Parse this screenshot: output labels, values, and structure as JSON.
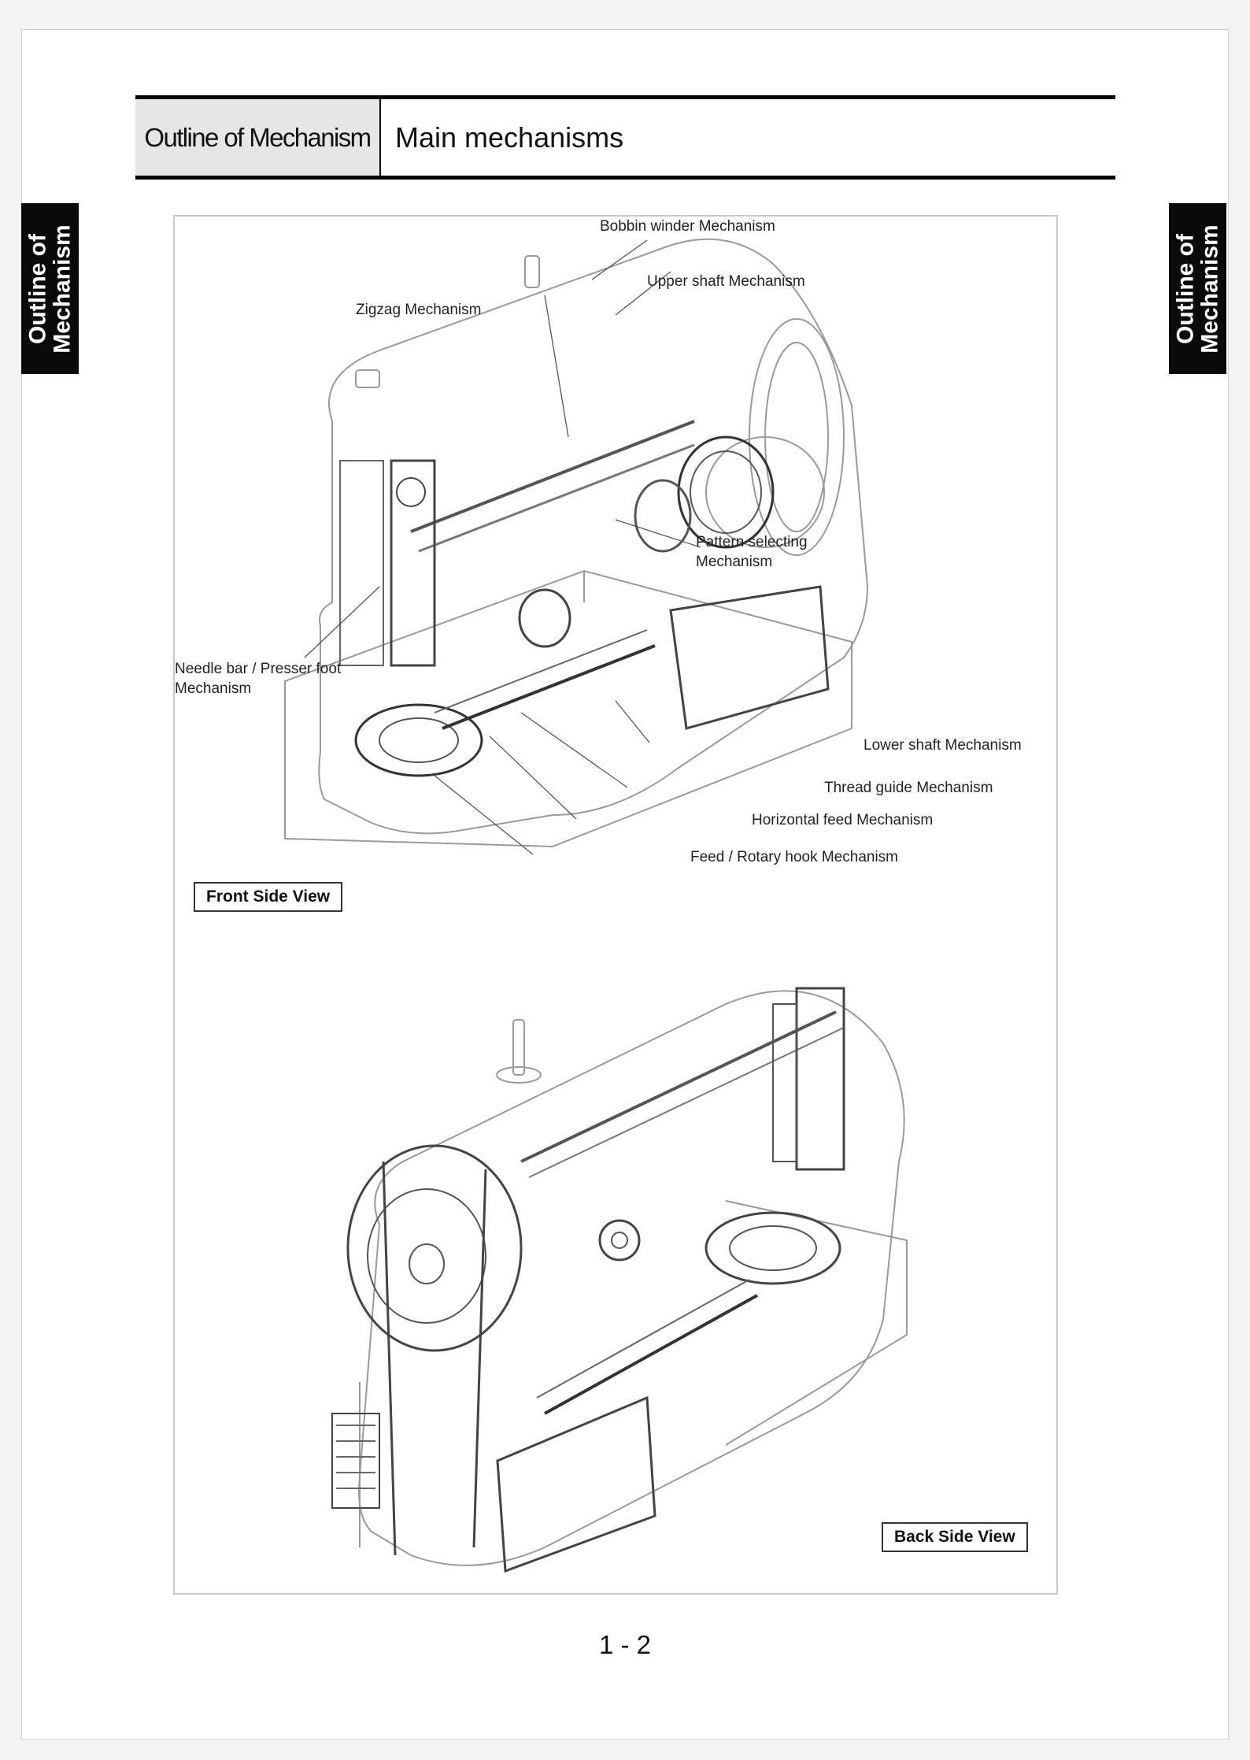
{
  "side_tab": {
    "line1": "Outline of",
    "line2": "Mechanism"
  },
  "header": {
    "section": "Outline of Mechanism",
    "title": "Main mechanisms"
  },
  "figure": {
    "front_view_label": "Front Side View",
    "back_view_label": "Back Side View",
    "callouts": {
      "bobbin_winder": "Bobbin winder Mechanism",
      "upper_shaft": "Upper shaft Mechanism",
      "zigzag": "Zigzag Mechanism",
      "pattern_selecting_1": "Pattern selecting",
      "pattern_selecting_2": "Mechanism",
      "needle_bar_1": "Needle bar / Presser foot",
      "needle_bar_2": "Mechanism",
      "lower_shaft": "Lower shaft Mechanism",
      "thread_guide": "Thread guide Mechanism",
      "horizontal_feed": "Horizontal feed Mechanism",
      "feed_rotary_hook": "Feed / Rotary hook Mechanism"
    }
  },
  "page_number": "1 - 2"
}
